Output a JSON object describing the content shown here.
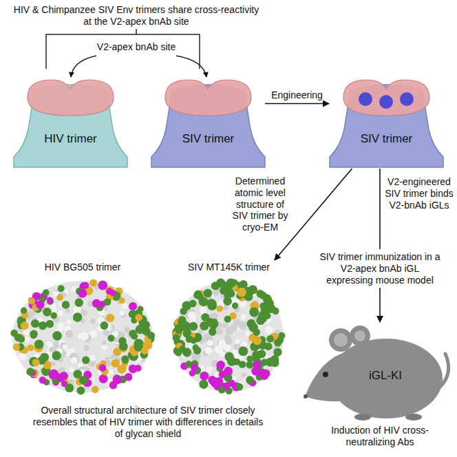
{
  "diagram": {
    "caption": "Overall structural architecture of SIV trimer closely resembles that of HIV trimer with differences in details of glycan shield",
    "nodes": [
      {
        "text": [
          "HIV trimer"
        ]
      },
      {
        "text": [
          "SIV trimer"
        ]
      },
      {
        "text": [
          "SIV trimer"
        ]
      },
      {
        "text": [
          "HIV BG505 trimer"
        ]
      },
      {
        "text": [
          "SIV MT145K trimer"
        ]
      },
      {
        "text": [
          "iGL-KI"
        ]
      }
    ],
    "edges": [
      {
        "from": 1,
        "to": 2,
        "arrow": "to",
        "label": "Engineering"
      },
      {
        "from": 2,
        "to": 4,
        "arrow": "to",
        "label": "Determined atomic level structure of SIV trimer by cryo-EM"
      },
      {
        "from": 2,
        "to": 5,
        "arrow": "to",
        "label": "SIV trimer immunization in a V2-apex bnAb iGL expressing mouse model"
      }
    ],
    "labels": [
      "HIV & Chimpanzee SIV Env trimers share cross-reactivity at the V2-apex bnAb site",
      "V2-apex bnAb site",
      "V2-engineered SIV trimer binds V2-bnAb iGLs",
      "Induction of HIV cross-neutralizing Abs"
    ]
  }
}
